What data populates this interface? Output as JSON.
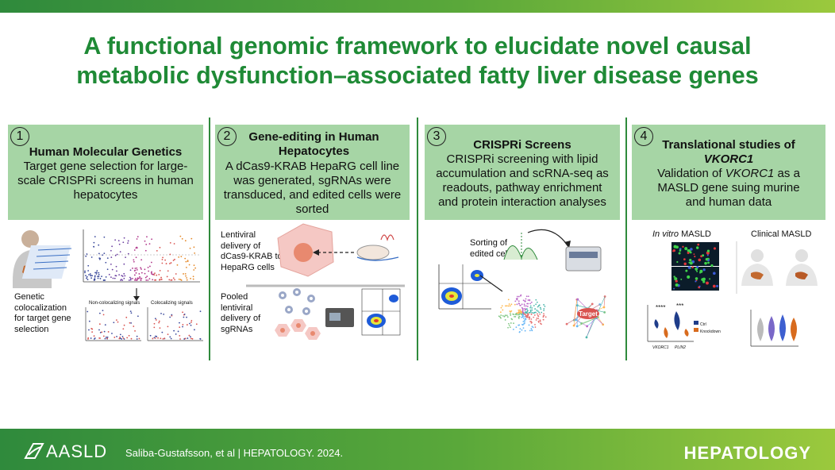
{
  "title": {
    "line1": "A functional genomic framework to elucidate novel causal",
    "line2": "metabolic dysfunction–associated fatty liver disease genes"
  },
  "panels": [
    {
      "number": "1",
      "title": "Human Molecular Genetics",
      "body": "Target gene selection for large-scale CRISPRi screens in human hepatocytes",
      "labels": [
        "Genetic colocalization for target gene selection"
      ],
      "mini": [
        "Non-colocalizing signals",
        "Colocalizing signals"
      ]
    },
    {
      "number": "2",
      "title": "Gene-editing in Human Hepatocytes",
      "body": "A dCas9-KRAB HepaRG cell line was generated, sgRNAs were transduced, and edited cells were sorted",
      "labels": [
        "Lentiviral delivery of dCas9-KRAB to HepaRG cells",
        "Pooled lentiviral delivery of sgRNAs"
      ]
    },
    {
      "number": "3",
      "title": "CRISPRi Screens",
      "body": "CRISPRi screening with lipid accumulation and scRNA-seq as readouts, pathway enrichment and protein interaction analyses",
      "labels": [
        "Sorting of edited cells"
      ],
      "target": "Target"
    },
    {
      "number": "4",
      "title_a": "Translational studies of",
      "title_b": "VKORC1",
      "body_pre": "Validation of ",
      "body_italic": "VKORC1",
      "body_post": " as a MASLD gene suing murine and human data",
      "invitro_italic": "In vitro",
      "invitro_rest": " MASLD",
      "clinical": "Clinical MASLD",
      "legend": [
        "Ctrl",
        "Knockdown"
      ],
      "genes": [
        "VKORC1",
        "PLIN2"
      ],
      "sig": [
        "****",
        "***"
      ]
    }
  ],
  "footer": {
    "society": "AASLD",
    "citation": "Saliba-Gustafsson, et al  |  HEPATOLOGY. 2024.",
    "journal": "HEPATOLOGY"
  },
  "colors": {
    "accent": "#1f8a36",
    "panel_header": "#a6d5a5"
  }
}
